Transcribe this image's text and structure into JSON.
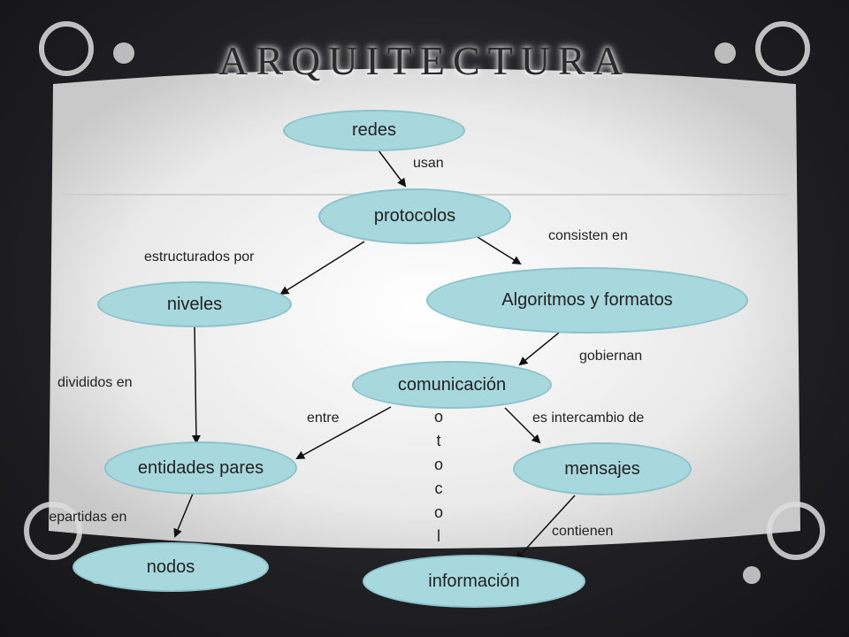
{
  "slide": {
    "title": "ARQUITECTURA"
  },
  "nodes": {
    "redes": "redes",
    "protocolos": "protocolos",
    "niveles": "niveles",
    "algoritmos": "Algoritmos y formatos",
    "comunicacion": "comunicación",
    "entidades": "entidades pares",
    "mensajes": "mensajes",
    "nodos": "nodos",
    "informacion": "información"
  },
  "links": {
    "usan": "usan",
    "estructurados_por": "estructurados por",
    "consisten_en": "consisten en",
    "gobiernan": "gobiernan",
    "divididos_en": "divididos en",
    "entre": "entre",
    "es_intercambio_de": "es intercambio de",
    "repartidas_en": "repartidas en",
    "contienen": "contienen"
  },
  "vertical_letters": [
    "o",
    "t",
    "o",
    "c",
    "o",
    "l"
  ],
  "colors": {
    "node_fill": "#a7d8de",
    "node_border": "#8cc3ca",
    "panel": "#f2f2f2",
    "frame": "#1b1b1f"
  }
}
